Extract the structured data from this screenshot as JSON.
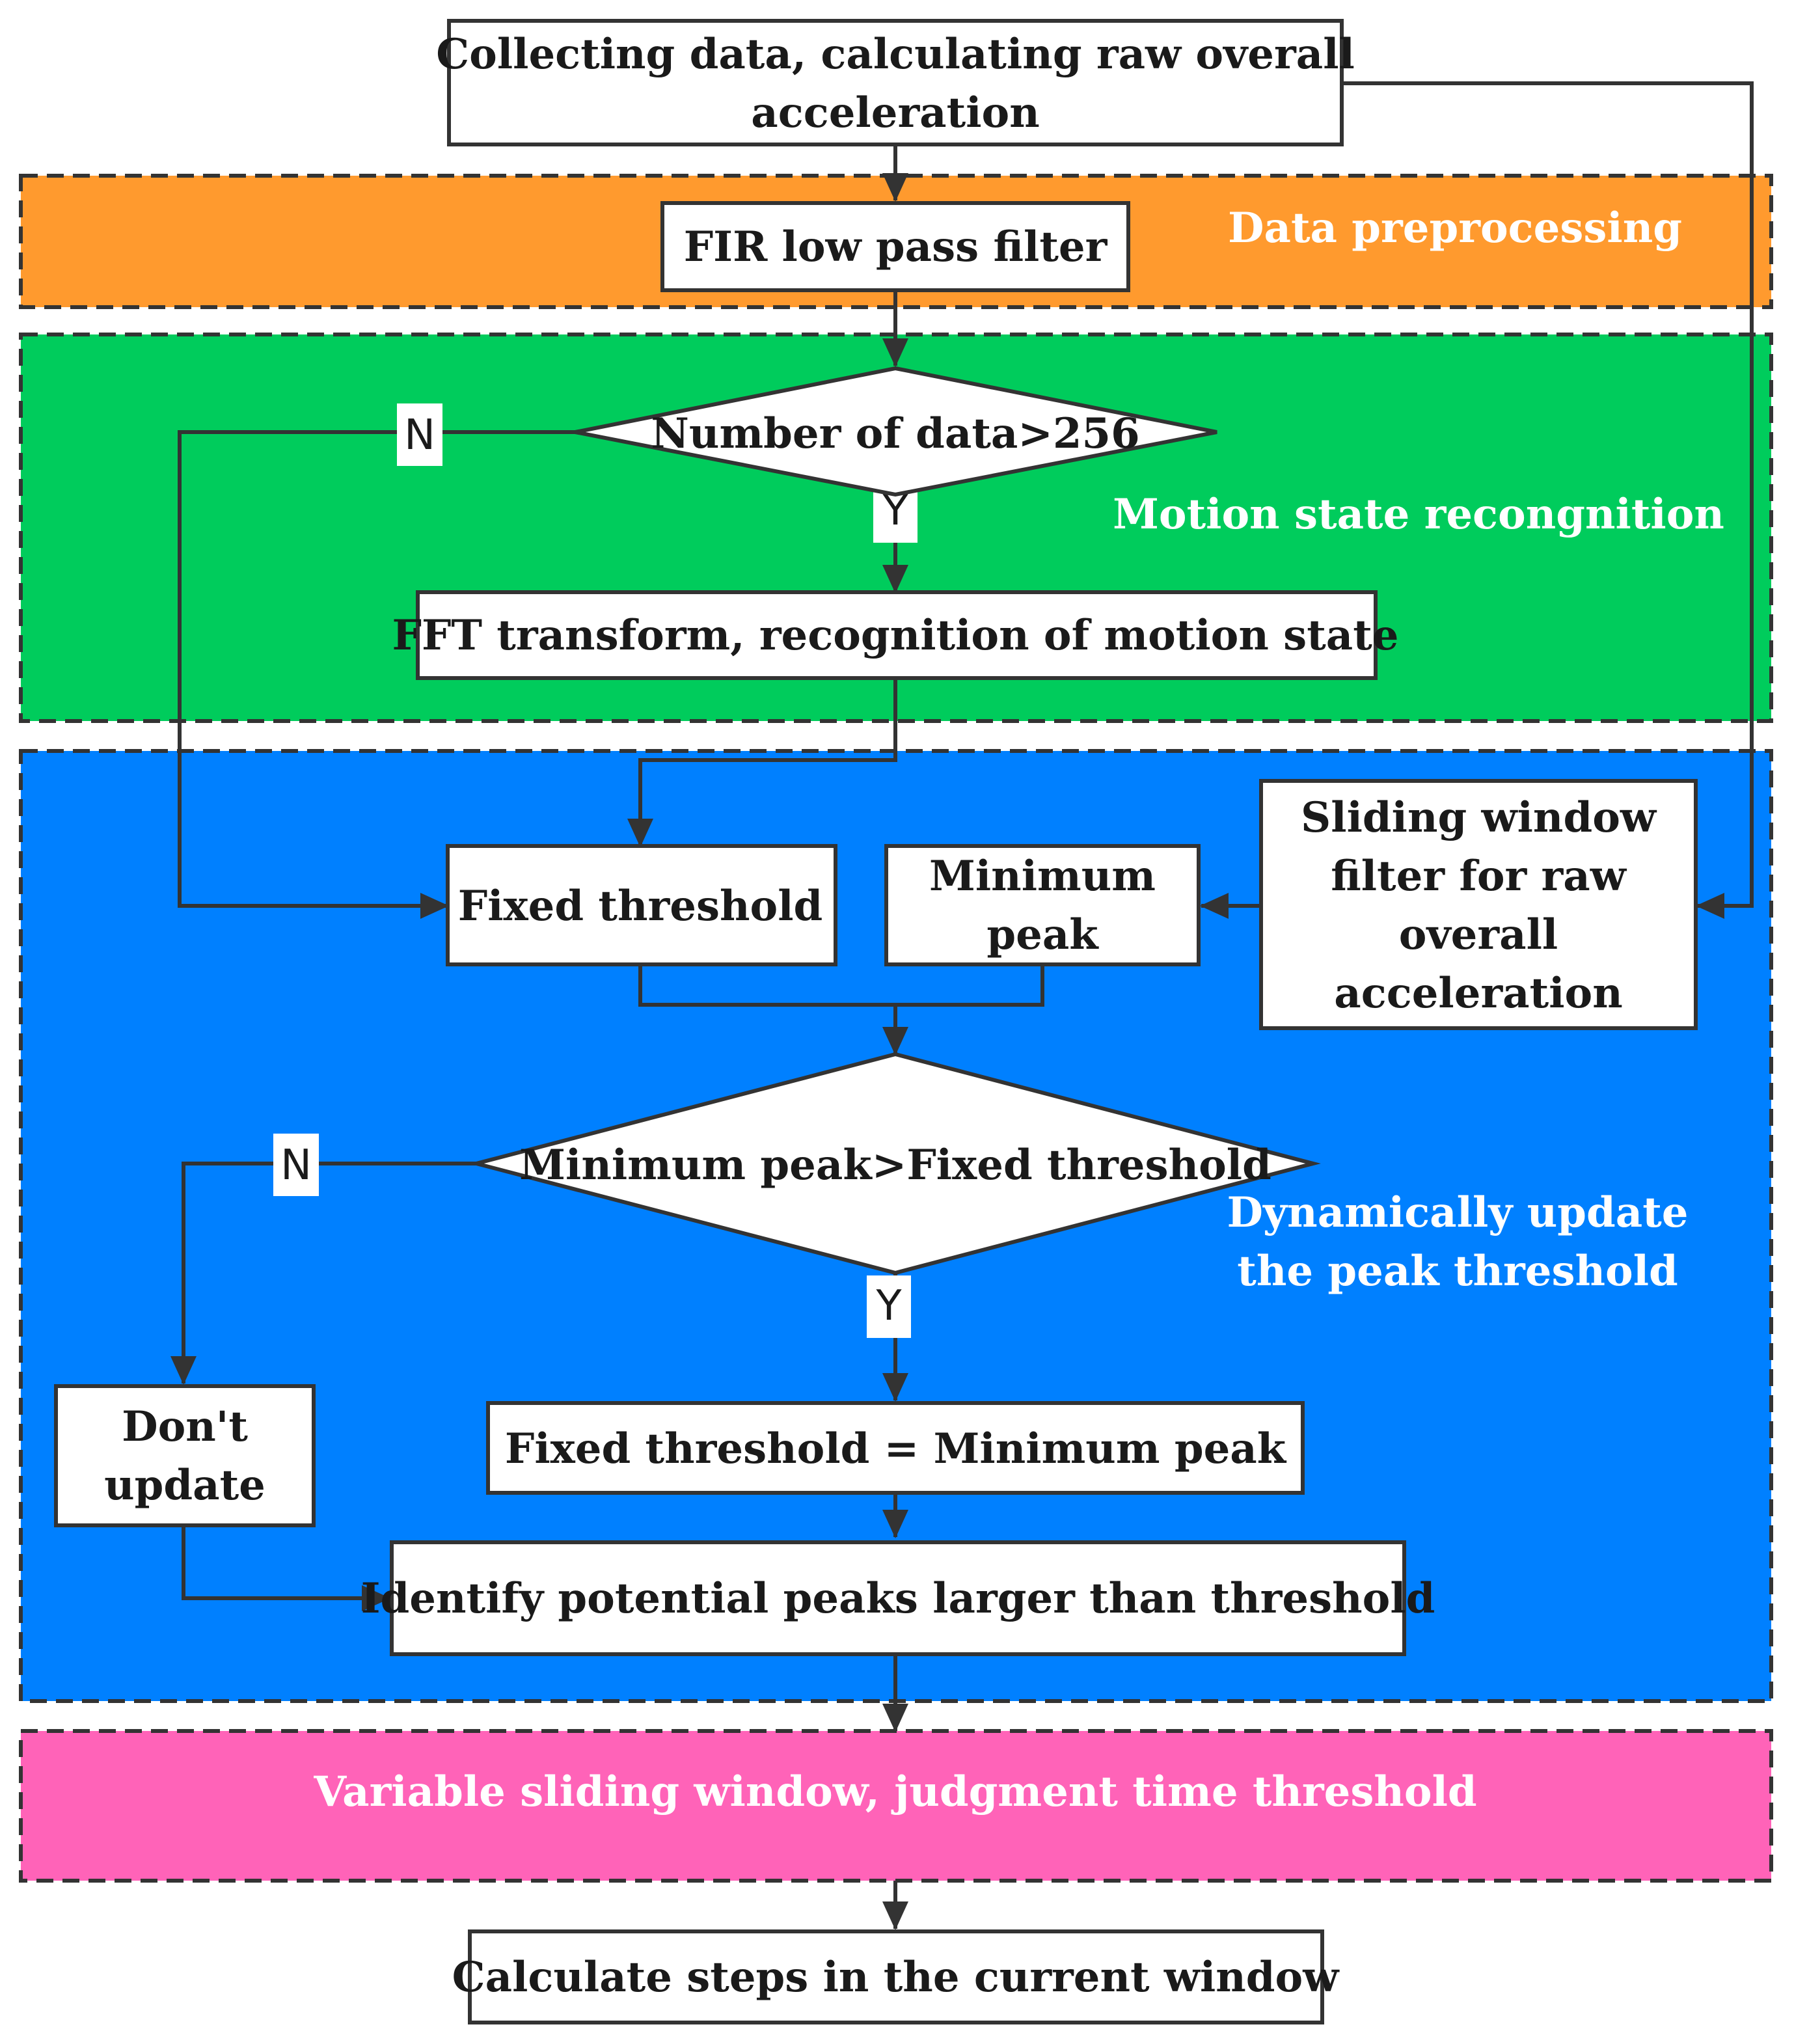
{
  "colors": {
    "preprocessing": "#FF9A2E",
    "recognition": "#00CC5C",
    "update": "#0080FF",
    "sliding": "#FF63B8",
    "line": "#333333"
  },
  "nodes": {
    "collect": [
      "Collecting data, calculating raw overall",
      "acceleration"
    ],
    "fir": [
      "FIR low pass filter"
    ],
    "decision_256": [
      "Number of data>256"
    ],
    "fft": [
      "FFT transform, recognition of motion state"
    ],
    "fixed_threshold": [
      "Fixed threshold"
    ],
    "minimum_peak": [
      "Minimum",
      "peak"
    ],
    "sliding_filter": [
      "Sliding window",
      "filter for raw",
      "overall",
      "acceleration"
    ],
    "decision_peak": [
      "Minimum peak>Fixed threshold"
    ],
    "dont_update": [
      "Don't",
      "update"
    ],
    "assign": [
      "Fixed threshold  = Minimum peak"
    ],
    "identify": [
      "Identify potential peaks larger than threshold"
    ],
    "calculate": [
      "Calculate steps in the current window"
    ]
  },
  "bands": {
    "preprocessing": [
      "Data preprocessing"
    ],
    "recognition": [
      "Motion state recongnition"
    ],
    "update": [
      "Dynamically update",
      "the peak threshold"
    ],
    "sliding": [
      "Variable sliding window,  judgment time threshold"
    ]
  },
  "edge_labels": {
    "no_256": "N",
    "yes_256": "Y",
    "no_peak": "N",
    "yes_peak": "Y"
  }
}
